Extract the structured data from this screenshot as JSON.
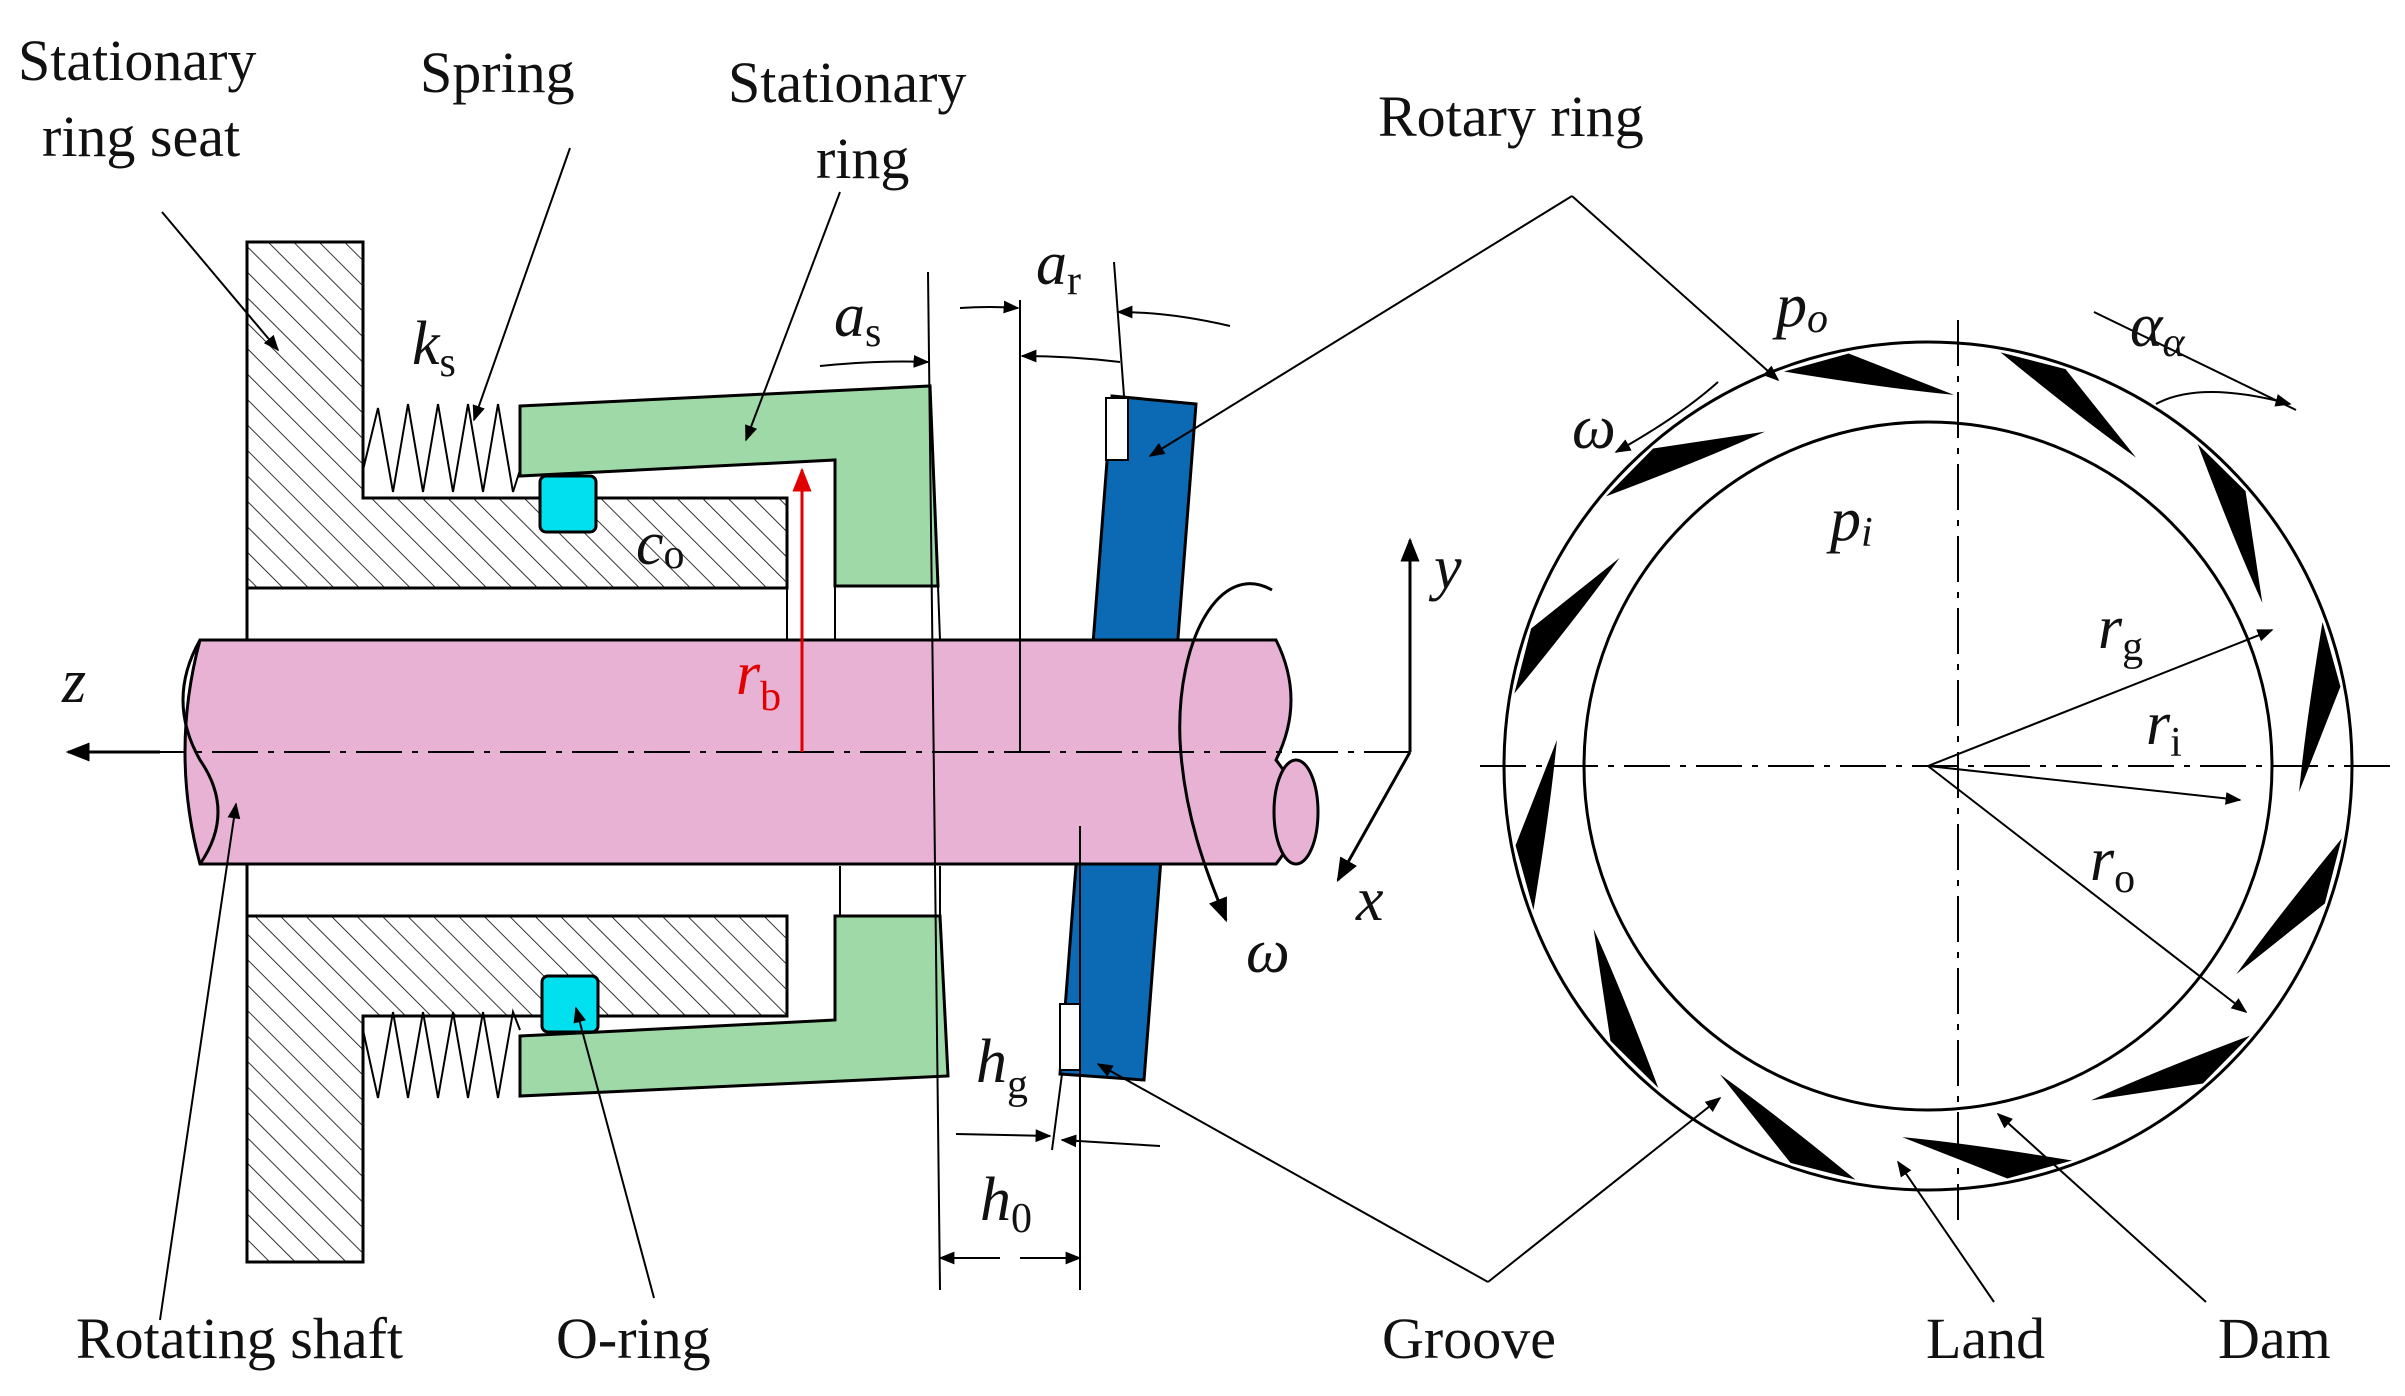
{
  "labels": {
    "stationary_ring_seat_1": "Stationary",
    "stationary_ring_seat_2": "ring seat",
    "spring": "Spring",
    "stationary_ring_1": "Stationary",
    "stationary_ring_2": "ring",
    "rotary_ring": "Rotary ring",
    "rotating_shaft": "Rotating shaft",
    "o_ring": "O-ring",
    "groove": "Groove",
    "land": "Land",
    "dam": "Dam"
  },
  "symbols": {
    "ks": {
      "main": "k",
      "sub": "s"
    },
    "co": {
      "main": "c",
      "sub": "o"
    },
    "as": {
      "main": "a",
      "sub": "s"
    },
    "ar": {
      "main": "a",
      "sub": "r"
    },
    "rb": {
      "main": "r",
      "sub": "b"
    },
    "hg": {
      "main": "h",
      "sub": "g"
    },
    "h0": {
      "main": "h",
      "sub": "0"
    },
    "z": "z",
    "y": "y",
    "x": "x",
    "omega_shaft": "ω",
    "omega_ring": "ω",
    "po": {
      "main": "p",
      "sub": "o"
    },
    "pi": {
      "main": "p",
      "sub": "i"
    },
    "rg": {
      "main": "r",
      "sub": "g"
    },
    "ri": {
      "main": "r",
      "sub": "i"
    },
    "ro": {
      "main": "r",
      "sub": "o"
    },
    "alpha": {
      "main": "α",
      "sub": "α"
    }
  },
  "colors": {
    "shaft": "#e8b2d4",
    "stationary_ring": "#a0d9a8",
    "rotary_ring": "#0b6ab3",
    "o_ring": "#00e0ee",
    "r_b_arrow": "#e00000",
    "groove": "#000000"
  }
}
